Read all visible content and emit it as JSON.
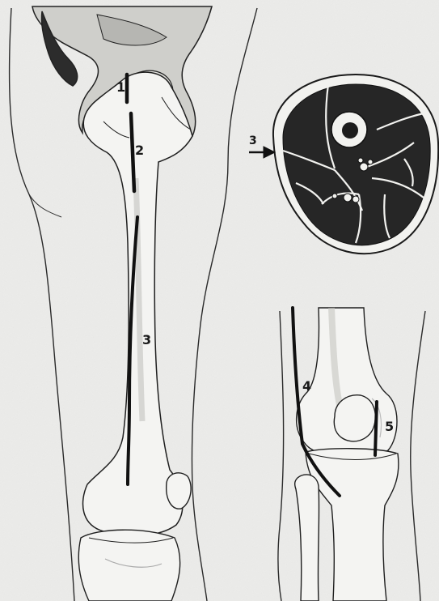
{
  "labels": {
    "l1": "1",
    "l2": "2",
    "l3": "3",
    "l3_section": "3",
    "l4": "4",
    "l5": "5"
  },
  "colors": {
    "paper": "#ececea",
    "ink": "#1a1a1a",
    "muscle": "#262626",
    "bone": "#f4f4f2",
    "shade": "#b8b8b4"
  }
}
